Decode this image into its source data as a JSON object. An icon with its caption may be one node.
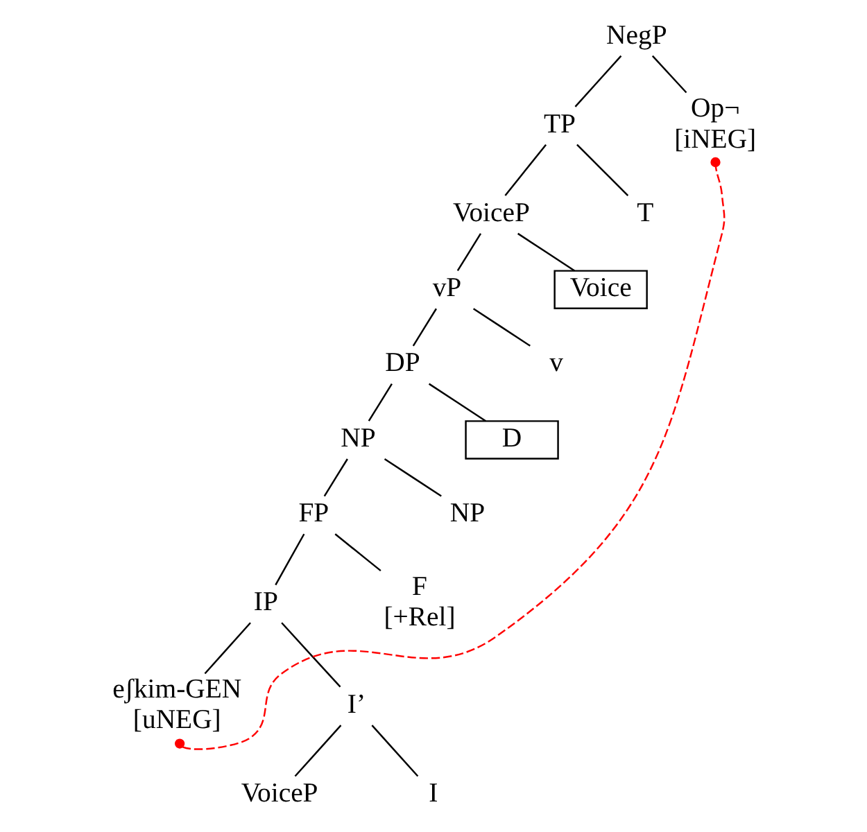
{
  "diagram": {
    "nodes": [
      {
        "text": [
          "NegP"
        ]
      },
      {
        "text": [
          "TP"
        ]
      },
      {
        "text": [
          "Op¬",
          "[iNEG]"
        ]
      },
      {
        "text": [
          "VoiceP"
        ]
      },
      {
        "text": [
          "T"
        ]
      },
      {
        "text": [
          "vP"
        ]
      },
      {
        "text": [
          "Voice"
        ]
      },
      {
        "text": [
          "DP"
        ]
      },
      {
        "text": [
          "v"
        ]
      },
      {
        "text": [
          "NP"
        ]
      },
      {
        "text": [
          "D"
        ]
      },
      {
        "text": [
          "FP"
        ]
      },
      {
        "text": [
          "NP"
        ]
      },
      {
        "text": [
          "IP"
        ]
      },
      {
        "text": [
          "F",
          "[+Rel]"
        ]
      },
      {
        "text": [
          "eʃkim-GEN",
          "[uNEG]"
        ]
      },
      {
        "text": [
          "I’"
        ]
      },
      {
        "text": [
          "VoiceP"
        ]
      },
      {
        "text": [
          "I"
        ]
      }
    ],
    "edges": [
      {
        "from": 0,
        "to": 1,
        "arrow": "none"
      },
      {
        "from": 0,
        "to": 2,
        "arrow": "none"
      },
      {
        "from": 1,
        "to": 3,
        "arrow": "none"
      },
      {
        "from": 1,
        "to": 4,
        "arrow": "none"
      },
      {
        "from": 3,
        "to": 5,
        "arrow": "none"
      },
      {
        "from": 3,
        "to": 6,
        "arrow": "none"
      },
      {
        "from": 5,
        "to": 7,
        "arrow": "none"
      },
      {
        "from": 5,
        "to": 8,
        "arrow": "none"
      },
      {
        "from": 7,
        "to": 9,
        "arrow": "none"
      },
      {
        "from": 7,
        "to": 10,
        "arrow": "none"
      },
      {
        "from": 9,
        "to": 11,
        "arrow": "none"
      },
      {
        "from": 9,
        "to": 12,
        "arrow": "none"
      },
      {
        "from": 11,
        "to": 13,
        "arrow": "none"
      },
      {
        "from": 11,
        "to": 14,
        "arrow": "none"
      },
      {
        "from": 13,
        "to": 15,
        "arrow": "none"
      },
      {
        "from": 13,
        "to": 16,
        "arrow": "none"
      },
      {
        "from": 16,
        "to": 17,
        "arrow": "none"
      },
      {
        "from": 16,
        "to": 18,
        "arrow": "none"
      },
      {
        "from": 15,
        "to": 2,
        "arrow": "other",
        "style": "dashed",
        "color": "#ff0000"
      }
    ]
  }
}
